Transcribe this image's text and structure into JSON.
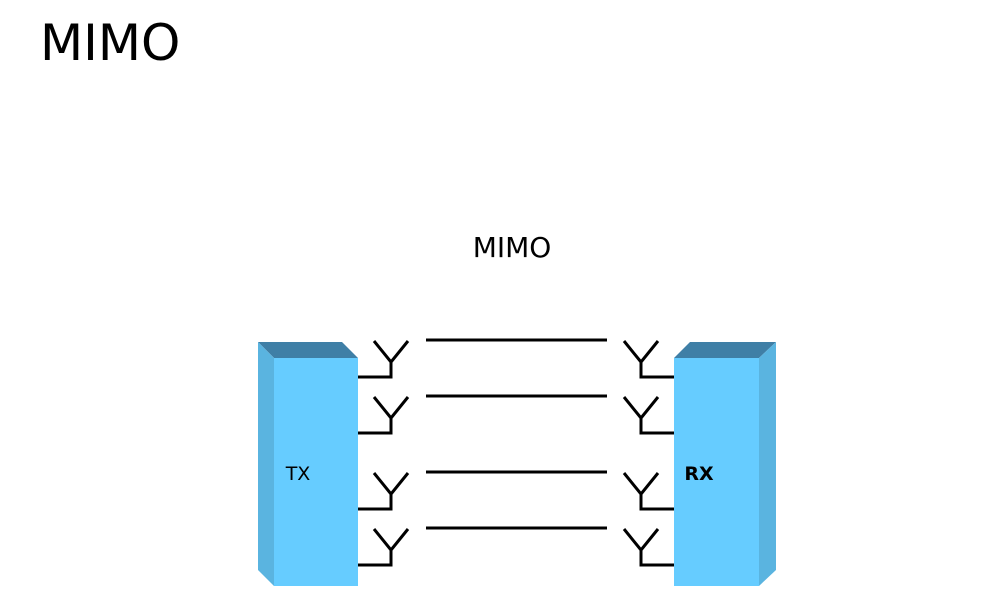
{
  "slide": {
    "title": "MIMO"
  },
  "diagram": {
    "label": "MIMO",
    "transmitter": {
      "label": "TX",
      "colors": {
        "front": "#66ccff",
        "side": "#5ab4e0",
        "top": "#3f7fa6"
      }
    },
    "receiver": {
      "label": "RX",
      "colors": {
        "front": "#66ccff",
        "side": "#5ab4e0",
        "top": "#3f7fa6"
      }
    },
    "antenna_pairs": 4,
    "line_color": "#000000"
  }
}
